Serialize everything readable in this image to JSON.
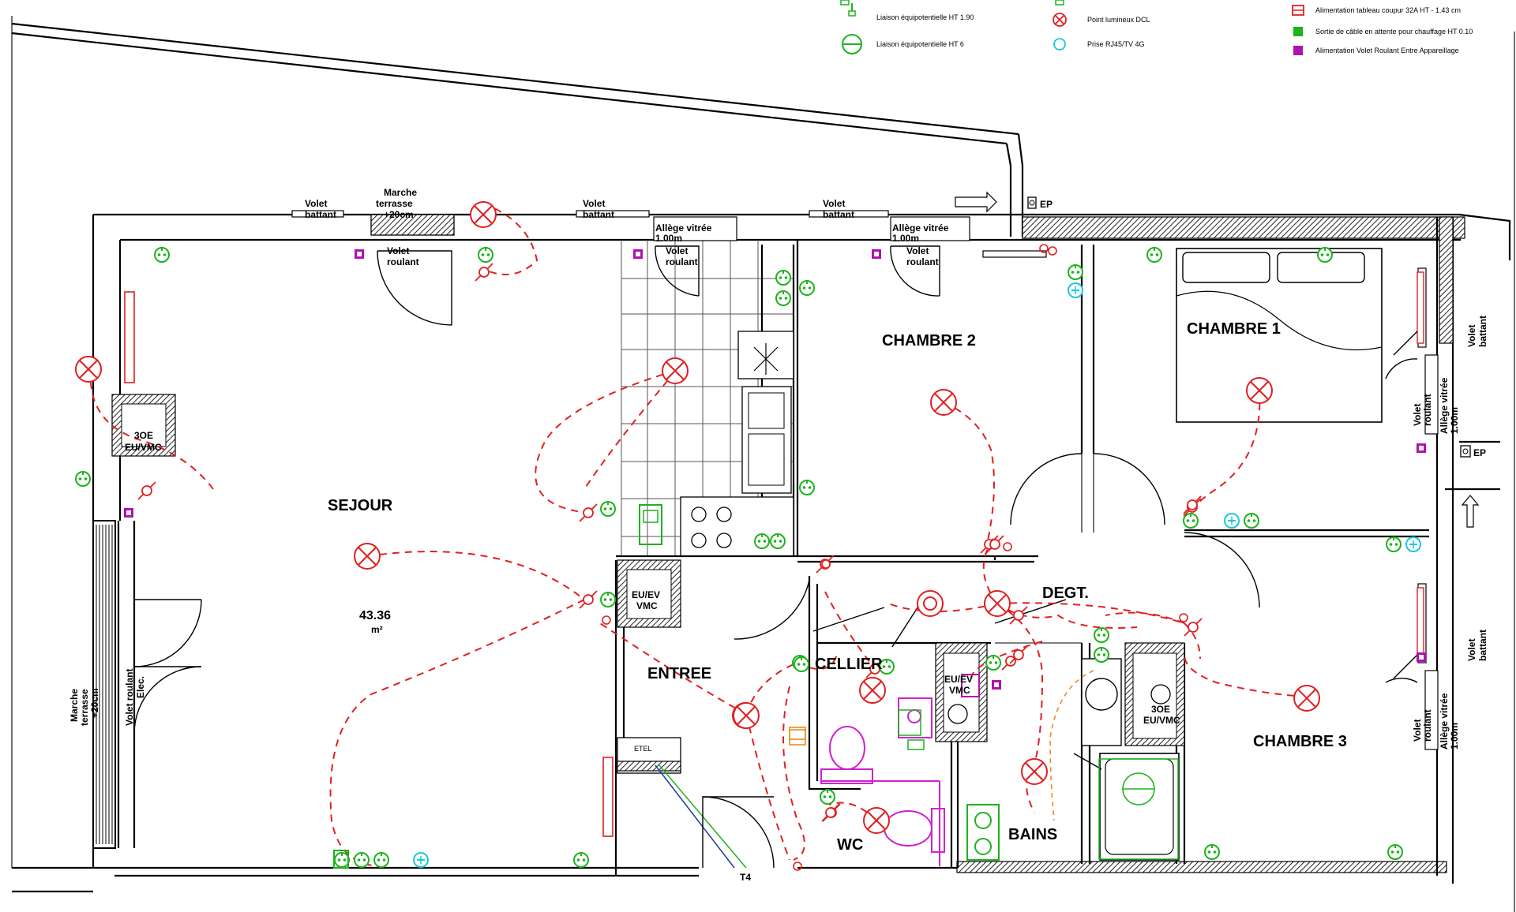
{
  "legend": [
    {
      "text": "Liaison équipotentielle HT 1.90",
      "color": "#1db31d",
      "icon": "equipotential-icon"
    },
    {
      "text": "Liaison équipotentielle HT 6",
      "color": "#1db31d",
      "icon": "equipotential-large-icon"
    },
    {
      "text": "Point lumineux DCL",
      "color": "#e02020",
      "icon": "light-point-icon"
    },
    {
      "text": "Prise RJ45/TV 4G",
      "color": "#19c9e0",
      "icon": "data-outlet-icon"
    },
    {
      "text": "Alimentation tableau coupur 32A HT - 1.43 cm",
      "color": "#e02020",
      "icon": "panel-feed-icon"
    },
    {
      "text": "Sortie de câble en attente pour chauffage HT 0.10",
      "color": "#1db31d",
      "icon": "cable-outlet-icon"
    },
    {
      "text": "Alimentation Volet Roulant Entre Appareillage",
      "color": "#b012b0",
      "icon": "shutter-feed-icon"
    }
  ],
  "rooms": {
    "sejour": "SEJOUR",
    "sejour_area": "43.36",
    "sejour_unit": "m²",
    "chambre1": "CHAMBRE 1",
    "chambre2": "CHAMBRE 2",
    "chambre3": "CHAMBRE 3",
    "entree": "ENTREE",
    "degt": "DEGT.",
    "cellier": "CELLIER",
    "wc": "WC",
    "bains": "BAINS"
  },
  "labels": {
    "volet_battant_1a": "Volet",
    "volet_battant_1b": "battant",
    "marche_a": "Marche",
    "marche_b": "terrasse",
    "marche_c": "+20cm",
    "volet_battant_2a": "Volet",
    "volet_battant_2b": "battant",
    "allege_1a": "Allège vitrée",
    "allege_1b": "1.00m",
    "volet_battant_3a": "Volet",
    "volet_battant_3b": "battant",
    "allege_2a": "Allège vitrée",
    "allege_2b": "1.00m",
    "volet_roulant_1a": "Volet",
    "volet_roulant_1b": "roulant",
    "volet_roulant_2a": "Volet",
    "volet_roulant_2b": "roulant",
    "volet_roulant_3a": "Volet",
    "volet_roulant_3b": "roulant",
    "ep_top": "EP",
    "ep_right": "EP",
    "gaine_1a": "3OE",
    "gaine_1b": "EU/VMC",
    "gaine_2a": "EU/EV",
    "gaine_2b": "VMC",
    "gaine_3a": "EU/EV",
    "gaine_3b": "VMC",
    "gaine_4a": "3OE",
    "gaine_4b": "EU/VMC",
    "volet_battant_right_1a": "Volet",
    "volet_battant_right_1b": "battant",
    "volet_battant_right_2a": "Volet",
    "volet_battant_right_2b": "battant",
    "allege_right_1a": "Allège vitrée",
    "allege_right_1b": "1.00m",
    "allege_right_2a": "Allège vitrée",
    "allege_right_2b": "1.00m",
    "volet_roulant_right_1a": "Volet",
    "volet_roulant_right_1b": "roulant",
    "volet_roulant_right_2a": "Volet",
    "volet_roulant_right_2b": "roulant",
    "marche_left_a": "Marche",
    "marche_left_b": "terrasse",
    "marche_left_c": "+20cm",
    "volet_roulant_left_a": "Volet roulant",
    "volet_roulant_left_b": "Elec.",
    "panel": "ETEL",
    "t4": "T4"
  },
  "colors": {
    "wall": "#000000",
    "lighting": "#e02020",
    "socket": "#1db31d",
    "data": "#19c9e0",
    "shutter": "#b012b0",
    "sanitary": "#d021d0",
    "heating": "#f08a1c"
  }
}
